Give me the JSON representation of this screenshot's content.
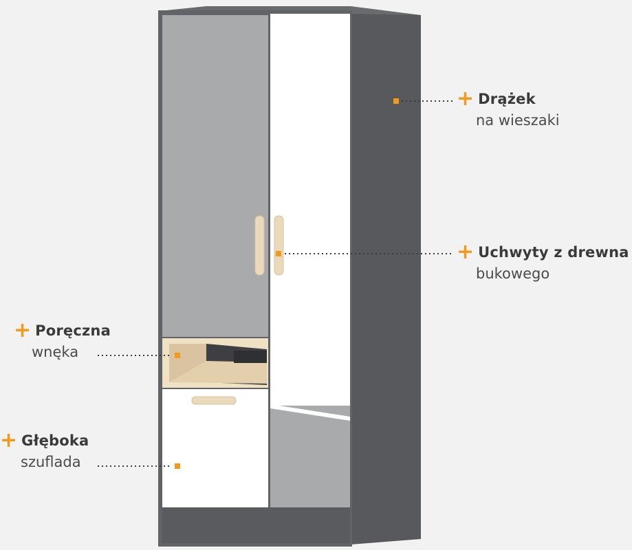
{
  "colors": {
    "background": "#f2f2f2",
    "carcass": "#5f6063",
    "carcass_side": "#555659",
    "door_grey": "#a8a9ab",
    "door_white": "#ffffff",
    "oak": "#e8d6b4",
    "accent": "#f39a1d",
    "text": "#3a3a3a"
  },
  "callouts": {
    "drazek": {
      "title": "Drążek",
      "subtitle": "na wieszaki"
    },
    "uchwyty": {
      "title": "Uchwyty z drewna",
      "subtitle": "bukowego"
    },
    "poreczna": {
      "title": "Poręczna",
      "subtitle": "wnęka"
    },
    "gleboka": {
      "title": "Głęboka",
      "subtitle": "szuflada"
    }
  },
  "icons": {
    "plus": "+",
    "marker": "orange-square-marker-icon"
  }
}
